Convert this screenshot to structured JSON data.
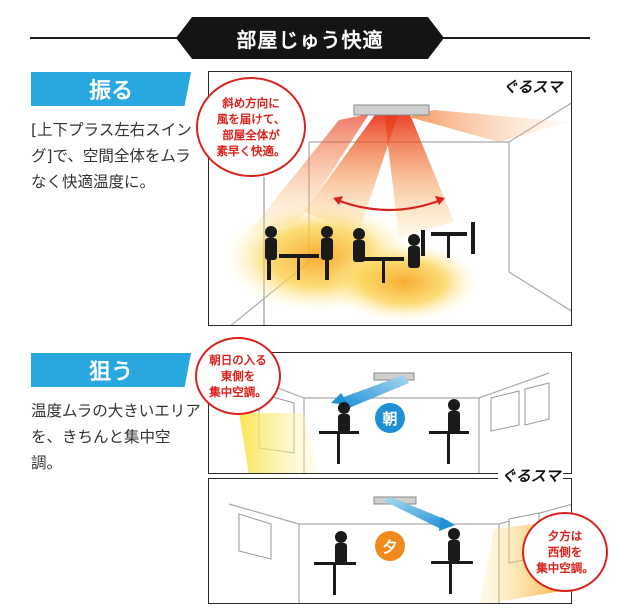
{
  "header": {
    "title": "部屋じゅう快適"
  },
  "brand": {
    "logo_text": "ぐるスマ"
  },
  "section1": {
    "tag": "振る",
    "description": "[上下プラス左右スイング]で、空間全体をムラなく快適温度に。",
    "bubble": [
      "斜め方向に",
      "風を届けて、",
      "部屋全体が",
      "素早く快適。"
    ]
  },
  "section2": {
    "tag": "狙う",
    "description": "温度ムラの大きいエリアを、きちんと集中空調。",
    "morning": {
      "bubble": [
        "朝日の入る",
        "東側を",
        "集中空調。"
      ],
      "badge": "朝"
    },
    "evening": {
      "bubble": [
        "夕方は",
        "西側を",
        "集中空調。"
      ],
      "badge": "夕"
    }
  },
  "colors": {
    "accent_blue": "#29a8e0",
    "bubble_red": "#d9231d",
    "badge_morning": "#1f8fd6",
    "badge_evening": "#f08a1c"
  }
}
